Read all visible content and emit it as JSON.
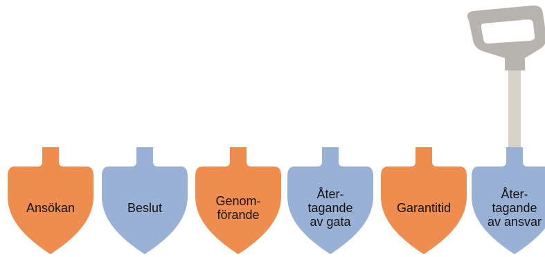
{
  "colors": {
    "orange": "#EF8D4E",
    "blue": "#9AB1D6",
    "handle_grip": "#B7B4B0",
    "handle_shaft": "#D7D3C8",
    "text": "#111111"
  },
  "steps": [
    {
      "lines": [
        "Ansökan"
      ],
      "color": "orange"
    },
    {
      "lines": [
        "Beslut"
      ],
      "color": "blue"
    },
    {
      "lines": [
        "Genom-",
        "förande"
      ],
      "color": "orange"
    },
    {
      "lines": [
        "Åter-",
        "tagande",
        "av gata"
      ],
      "color": "blue"
    },
    {
      "lines": [
        "Garantitid"
      ],
      "color": "orange"
    },
    {
      "lines": [
        "Åter-",
        "tagande",
        "av ansvar"
      ],
      "color": "blue",
      "has_handle": true
    }
  ]
}
